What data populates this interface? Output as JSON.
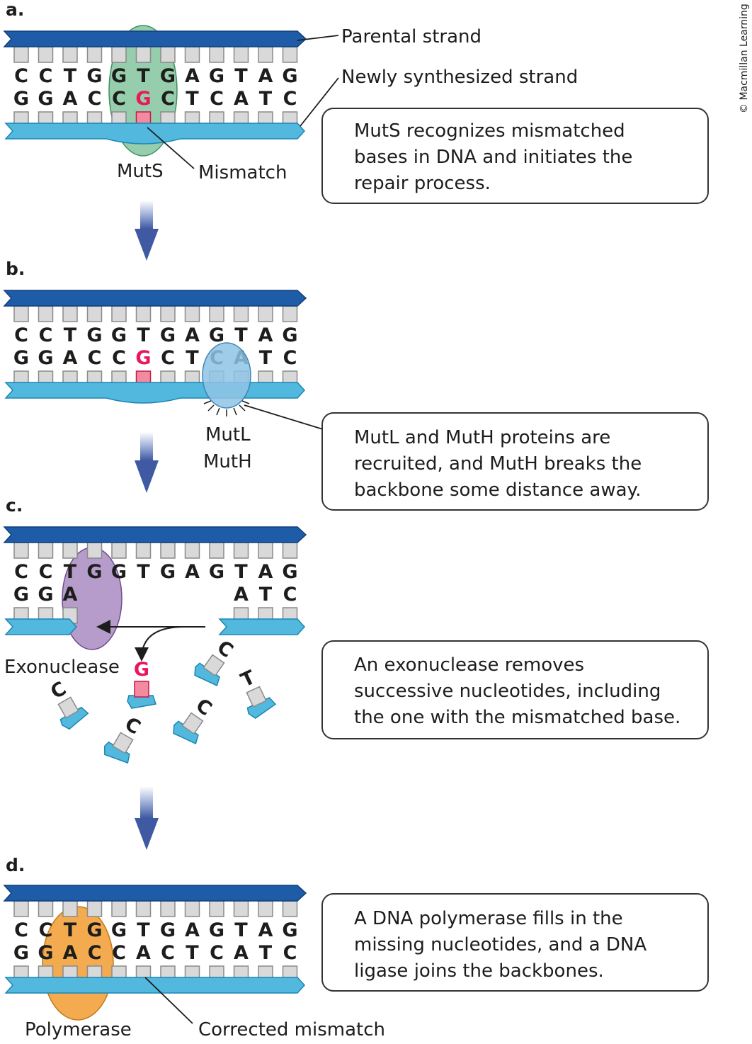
{
  "credit": "© Macmillan Learning",
  "colors": {
    "parental_backbone": "#1f5ca8",
    "new_backbone": "#53b8dd",
    "mismatch": "#e8185a",
    "muts": "#7cc098",
    "mutl_muth": "#8ec3e4",
    "exonuclease": "#a98bc2",
    "polymerase": "#f3a23d",
    "arrow": "#4a63a8"
  },
  "panels": [
    {
      "letter": "a.",
      "top_bases": [
        "C",
        "C",
        "T",
        "G",
        "G",
        "T",
        "G",
        "A",
        "G",
        "T",
        "A",
        "G"
      ],
      "bottom_bases": [
        "G",
        "G",
        "A",
        "C",
        "C",
        "G",
        "C",
        "T",
        "C",
        "A",
        "T",
        "C"
      ],
      "labels": {
        "parental": "Parental strand",
        "new": "Newly synthesized strand",
        "enzyme": "MutS",
        "mismatch": "Mismatch"
      },
      "caption": [
        "MutS recognizes mismatched",
        "bases in DNA and initiates the",
        "repair process."
      ]
    },
    {
      "letter": "b.",
      "top_bases": [
        "C",
        "C",
        "T",
        "G",
        "G",
        "T",
        "G",
        "A",
        "G",
        "T",
        "A",
        "G"
      ],
      "bottom_bases": [
        "G",
        "G",
        "A",
        "C",
        "C",
        "G",
        "C",
        "T",
        "C",
        "A",
        "T",
        "C"
      ],
      "labels": {
        "enzyme_line1": "MutL",
        "enzyme_line2": "MutH"
      },
      "caption": [
        "MutL and MutH proteins are",
        "recruited, and MutH breaks the",
        "backbone some distance away."
      ]
    },
    {
      "letter": "c.",
      "top_bases": [
        "C",
        "C",
        "T",
        "G",
        "G",
        "T",
        "G",
        "A",
        "G",
        "T",
        "A",
        "G"
      ],
      "bottom_bases_left": [
        "G",
        "G",
        "A"
      ],
      "bottom_bases_right": [
        "A",
        "T",
        "C"
      ],
      "free_nucleotides": [
        "G",
        "C",
        "C",
        "C",
        "T",
        "C"
      ],
      "labels": {
        "enzyme": "Exonuclease"
      },
      "caption": [
        "An exonuclease removes",
        "successive nucleotides, including",
        "the one with the mismatched base."
      ]
    },
    {
      "letter": "d.",
      "top_bases": [
        "C",
        "C",
        "T",
        "G",
        "G",
        "T",
        "G",
        "A",
        "G",
        "T",
        "A",
        "G"
      ],
      "bottom_bases": [
        "G",
        "G",
        "A",
        "C",
        "C",
        "A",
        "C",
        "T",
        "C",
        "A",
        "T",
        "C"
      ],
      "labels": {
        "enzyme": "Polymerase",
        "corrected": "Corrected mismatch"
      },
      "caption": [
        "A DNA polymerase fills in the",
        "missing nucleotides, and a DNA",
        "ligase joins the backbones."
      ]
    }
  ]
}
